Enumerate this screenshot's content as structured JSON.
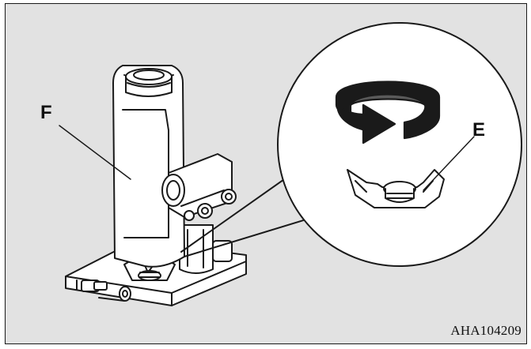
{
  "figure": {
    "label_f": "F",
    "label_e": "E",
    "figure_code": "AHA104209"
  },
  "colors": {
    "panel_background": "#e2e2e2",
    "outline": "#1a1a1a",
    "part_fill": "#ffffff"
  },
  "icons": {
    "rotation": "clockwise-rotation-arrow-icon",
    "wing_nut": "wing-nut-icon"
  }
}
